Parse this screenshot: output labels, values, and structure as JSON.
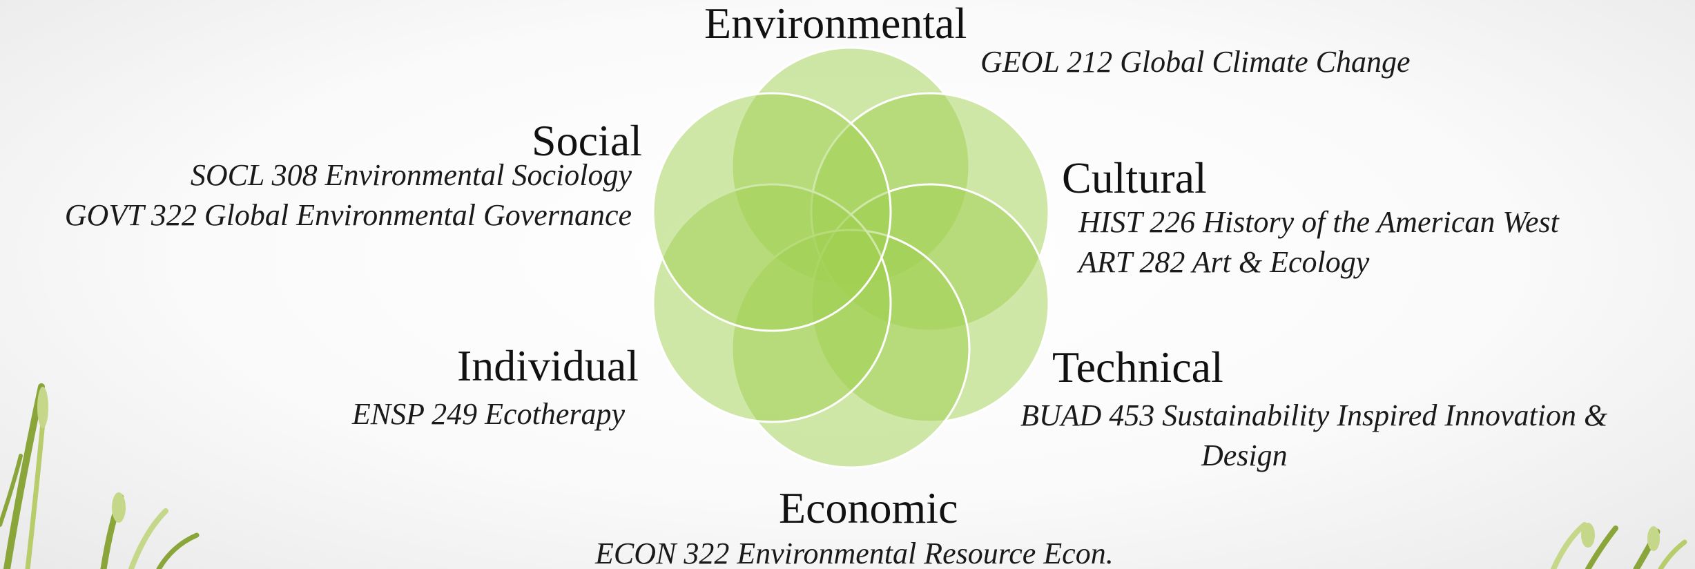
{
  "diagram": {
    "colors": {
      "petal_fill": "#9fd04f",
      "petal_outline": "#ffffff",
      "grass": "#8aa63a"
    },
    "petals": [
      {
        "name": "Environmental"
      },
      {
        "name": "Cultural"
      },
      {
        "name": "Technical"
      },
      {
        "name": "Economic"
      },
      {
        "name": "Individual"
      },
      {
        "name": "Social"
      }
    ],
    "environmental": {
      "title": "Environmental",
      "course1": "GEOL 212 Global Climate Change"
    },
    "social": {
      "title": "Social",
      "course1": "SOCL 308 Environmental Sociology",
      "course2": "GOVT 322 Global Environmental Governance"
    },
    "cultural": {
      "title": "Cultural",
      "course1": "HIST 226 History of the American West",
      "course2": "ART 282 Art & Ecology"
    },
    "individual": {
      "title": "Individual",
      "course1": "ENSP 249 Ecotherapy"
    },
    "technical": {
      "title": "Technical",
      "course1": "BUAD 453 Sustainability Inspired Innovation &",
      "course2": "Design"
    },
    "economic": {
      "title": "Economic",
      "course1": "ECON 322 Environmental Resource Econ."
    }
  }
}
